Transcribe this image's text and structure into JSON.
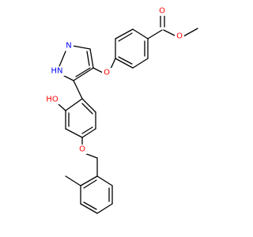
{
  "molecule": {
    "atoms": {
      "o_carbonyl": {
        "label": "O",
        "color": "#FF0000"
      },
      "o_ester": {
        "label": "O",
        "color": "#FF0000"
      },
      "o_aryl_ether": {
        "label": "O",
        "color": "#FF0000"
      },
      "n_pyrazole": {
        "label": "N",
        "color": "#0000FF"
      },
      "nh_pyrazole": {
        "label": "HN",
        "color": "#0000FF"
      },
      "oh_phenol": {
        "label": "HO",
        "color": "#FF0000"
      },
      "o_benzyl_ether": {
        "label": "O",
        "color": "#FF0000"
      }
    }
  }
}
